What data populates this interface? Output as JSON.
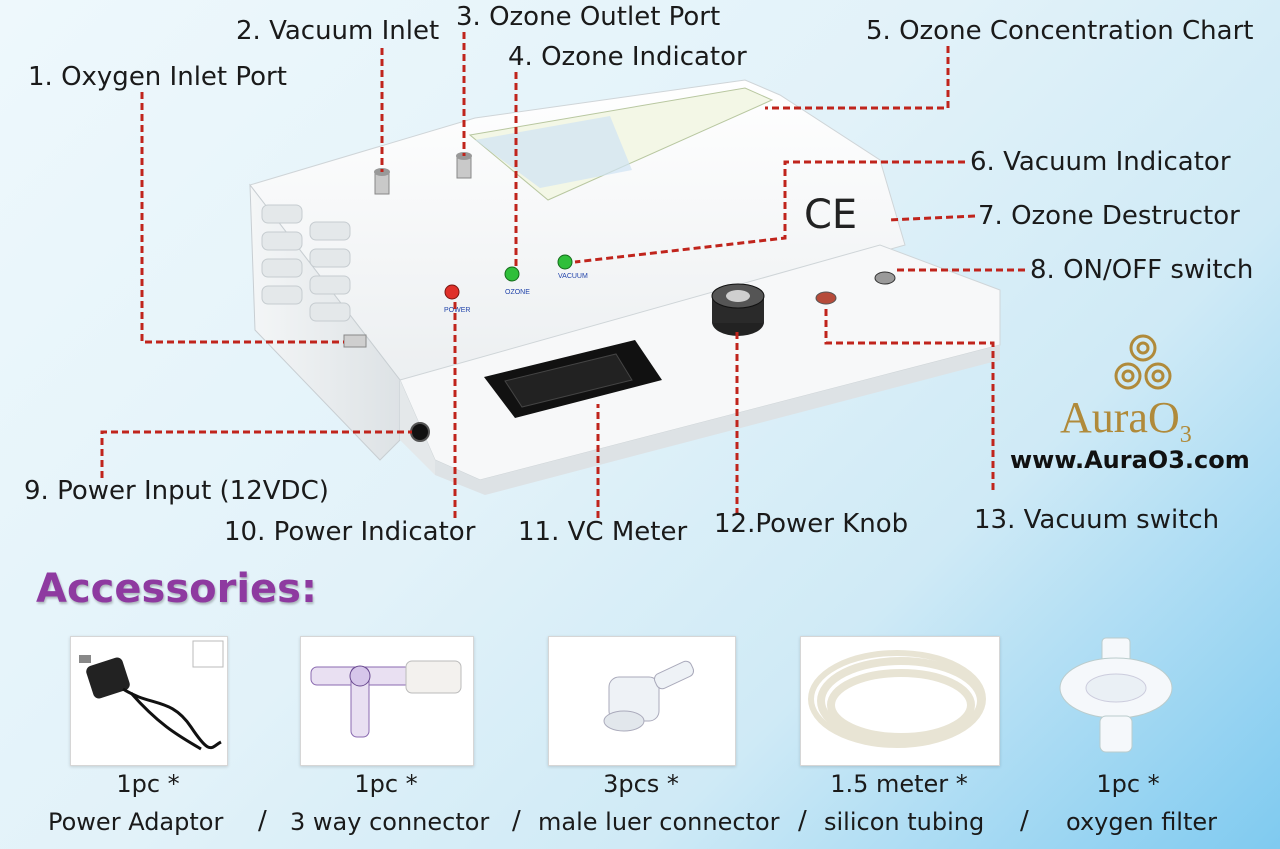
{
  "labels": {
    "oxygen_inlet": "1. Oxygen Inlet Port",
    "vacuum_inlet": "2. Vacuum Inlet",
    "ozone_outlet": "3. Ozone Outlet Port",
    "ozone_indicator": "4.  Ozone Indicator",
    "ozone_chart": "5. Ozone Concentration Chart",
    "vacuum_indicator": "6. Vacuum Indicator",
    "ozone_destructor": "7. Ozone Destructor",
    "onoff_switch": "8. ON/OFF switch",
    "power_input": "9. Power Input (12VDC)",
    "power_indicator": "10.  Power Indicator",
    "vc_meter": "11.  VC Meter",
    "power_knob": "12.Power Knob",
    "vacuum_switch": "13.  Vacuum switch"
  },
  "device_text": {
    "ce_mark": "CE",
    "power": "POWER",
    "ozone": "OZONE",
    "vacuum": "VACUUM"
  },
  "brand": {
    "name": "AuraO",
    "sub": "3",
    "url": "www.AuraO3.com",
    "color": "#b08a3a"
  },
  "accessories": {
    "title": "Accessories:",
    "items": [
      {
        "qty": "1pc *",
        "desc": "Power Adaptor",
        "icon": "power-adapter-icon"
      },
      {
        "qty": "1pc *",
        "desc": "3 way connector",
        "icon": "three-way-connector-icon"
      },
      {
        "qty": "3pcs *",
        "desc": "male luer connector",
        "icon": "luer-connector-icon"
      },
      {
        "qty": "1.5 meter *",
        "desc": "silicon tubing",
        "icon": "silicon-tubing-icon"
      },
      {
        "qty": "1pc *",
        "desc": "oxygen filter",
        "icon": "oxygen-filter-icon"
      }
    ],
    "separator": "/"
  },
  "colors": {
    "leader_line": "#c0241c",
    "title_color": "#8e3aa0"
  }
}
